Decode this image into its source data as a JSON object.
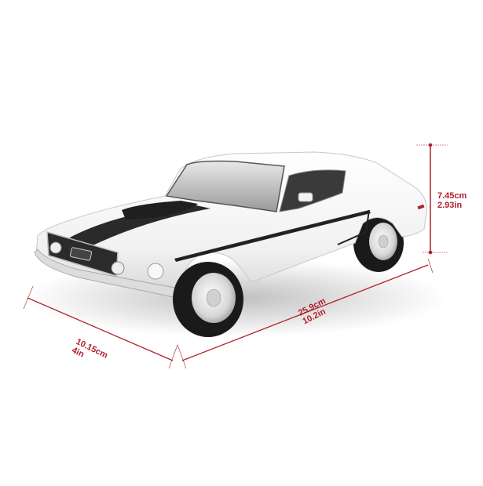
{
  "product": {
    "subject": "white 1968 fastback muscle car scale model with black hood stripe",
    "body_color": "#f4f4f4",
    "stripe_color": "#2a2a2a",
    "dimension_line_color": "#b0202a"
  },
  "dimensions": {
    "height": {
      "cm": "7.45cm",
      "in": "2.93in"
    },
    "width": {
      "cm": "10.15cm",
      "in": "4in"
    },
    "length": {
      "cm": "25.9cm",
      "in": "10.2in"
    }
  }
}
